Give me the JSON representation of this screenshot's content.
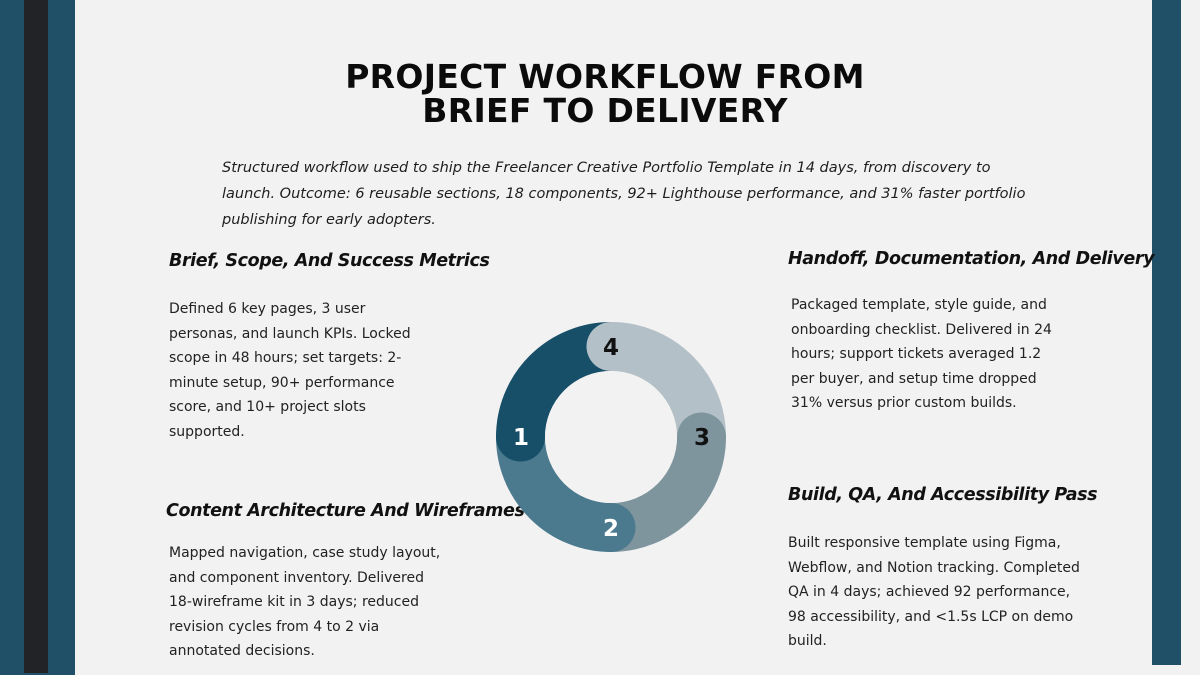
{
  "title": {
    "line1": "PROJECT WORKFLOW FROM",
    "line2": "BRIEF TO DELIVERY"
  },
  "subtitle": "Structured workflow used to ship the Freelancer Creative Portfolio Template in 14 days, from discovery to launch. Outcome: 6 reusable sections, 18 components, 92+ Lighthouse performance, and 31% faster portfolio publishing for early adopters.",
  "colors": {
    "band": "#1f5068",
    "band_dark": "#222326",
    "background": "#f2f2f2",
    "segment_1": "#184f68",
    "segment_2": "#4b7a8f",
    "segment_3": "#7f959e",
    "segment_4": "#b4c0c7"
  },
  "sections": [
    {
      "step": "1",
      "title": "Brief, Scope, And Success Metrics",
      "body": "Defined 6 key pages, 3 user personas, and launch KPIs. Locked scope in 48 hours; set targets: 2-minute setup, 90+ performance score, and 10+ project slots supported."
    },
    {
      "step": "2",
      "title": "Content Architecture And Wireframes",
      "body": "Mapped navigation, case study layout, and component inventory. Delivered 18-wireframe kit in 3 days; reduced revision cycles from 4 to 2 via annotated decisions."
    },
    {
      "step": "3",
      "title": "Build, QA, And Accessibility Pass",
      "body": "Built responsive template using Figma, Webflow, and Notion tracking. Completed QA in 4 days; achieved 92 performance, 98 accessibility, and <1.5s LCP on demo build."
    },
    {
      "step": "4",
      "title": "Handoff, Documentation, And Delivery",
      "body": "Packaged template, style guide, and onboarding checklist. Delivered in 24 hours; support tickets averaged 1.2 per buyer, and setup time dropped 31% versus prior custom builds."
    }
  ],
  "diagram": {
    "type": "cycle-donut",
    "labels": [
      "1",
      "2",
      "3",
      "4"
    ]
  }
}
